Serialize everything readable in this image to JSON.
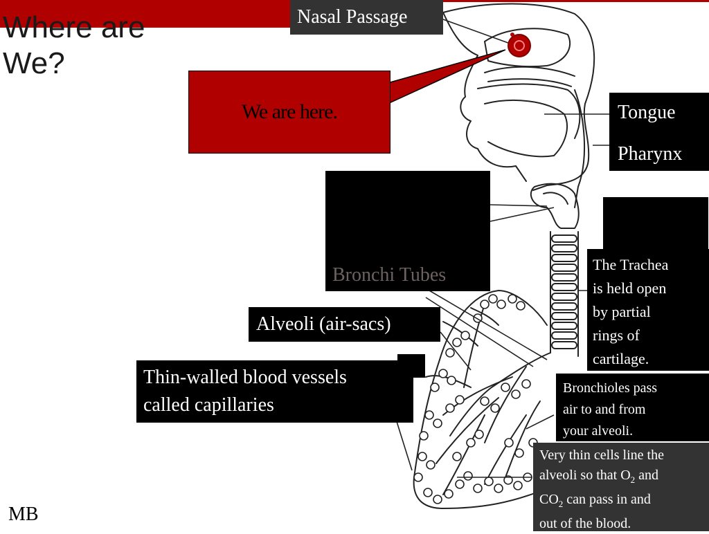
{
  "slide": {
    "title_line1": "Where are",
    "title_line2": "We?",
    "footer_initials": "MB"
  },
  "callout": {
    "text": "We are here."
  },
  "labels": {
    "nasal_passage": "Nasal Passage",
    "tongue": "Tongue",
    "pharynx": "Pharynx",
    "bronchi_tubes": "Bronchi Tubes",
    "alveoli": "Alveoli (air-sacs)",
    "capillaries_line1": "Thin-walled blood vessels",
    "capillaries_line2": "called capillaries"
  },
  "notes": {
    "trachea": [
      "The Trachea",
      "is held open",
      "by partial",
      "rings of",
      "cartilage."
    ],
    "bronchioles": [
      "Bronchioles pass",
      "air to and from",
      "your alveoli."
    ],
    "thin_cells": {
      "line1": "Very thin cells line the",
      "line2_pre": "alveoli so that O",
      "line2_sub": "2",
      "line2_post": " and",
      "line3_pre": "CO",
      "line3_sub": "2",
      "line3_post": " can pass in and",
      "line4": "out of the blood."
    }
  },
  "colors": {
    "accent_red": "#b00000",
    "box_black": "#000000",
    "box_dark_gray": "#333333",
    "bronchi_text": "#6e6161"
  }
}
